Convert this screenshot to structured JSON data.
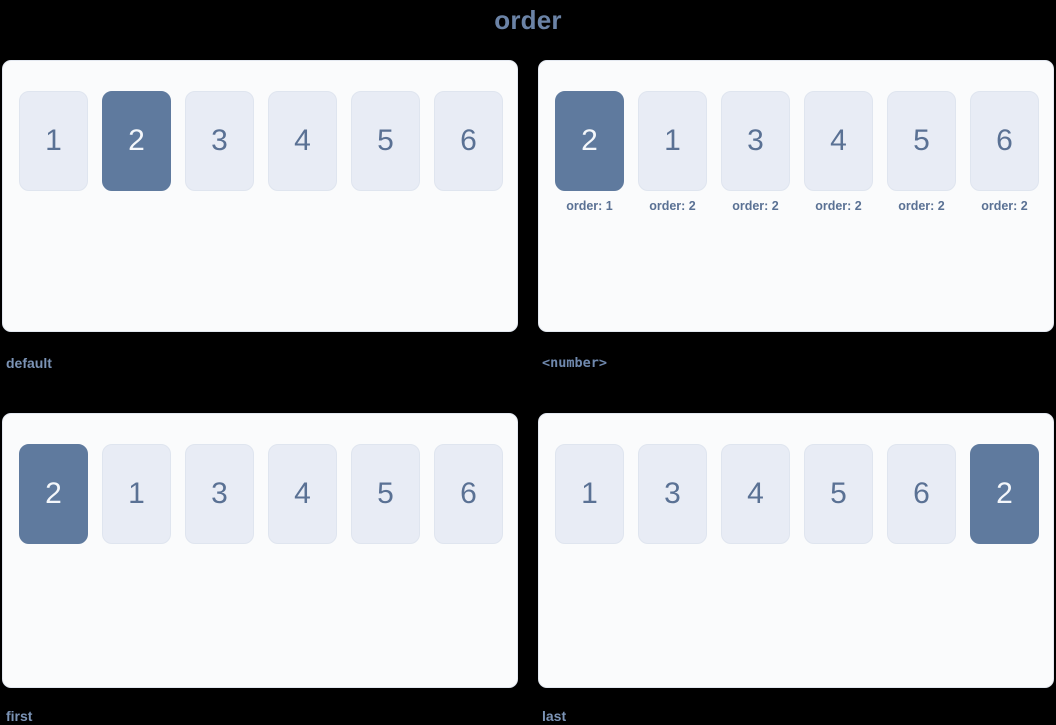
{
  "title": "order",
  "colors": {
    "background": "#000000",
    "panel_bg": "#fafbfc",
    "panel_border": "#e3e8f0",
    "box_bg": "#e8ecf5",
    "box_text": "#5a7194",
    "box_highlight_bg": "#5f7a9e",
    "box_highlight_text": "#f4f7fb",
    "title_text": "#6b83a6",
    "caption_text": "#7b93b5"
  },
  "panels": [
    {
      "caption": "default",
      "caption_style": "plain",
      "items": [
        {
          "label": "1",
          "highlight": false,
          "order_label": null
        },
        {
          "label": "2",
          "highlight": true,
          "order_label": null
        },
        {
          "label": "3",
          "highlight": false,
          "order_label": null
        },
        {
          "label": "4",
          "highlight": false,
          "order_label": null
        },
        {
          "label": "5",
          "highlight": false,
          "order_label": null
        },
        {
          "label": "6",
          "highlight": false,
          "order_label": null
        }
      ]
    },
    {
      "caption": "<number>",
      "caption_style": "mono",
      "items": [
        {
          "label": "2",
          "highlight": true,
          "order_label": "order: 1"
        },
        {
          "label": "1",
          "highlight": false,
          "order_label": "order: 2"
        },
        {
          "label": "3",
          "highlight": false,
          "order_label": "order: 2"
        },
        {
          "label": "4",
          "highlight": false,
          "order_label": "order: 2"
        },
        {
          "label": "5",
          "highlight": false,
          "order_label": "order: 2"
        },
        {
          "label": "6",
          "highlight": false,
          "order_label": "order: 2"
        }
      ]
    },
    {
      "caption": "first",
      "caption_style": "plain",
      "items": [
        {
          "label": "2",
          "highlight": true,
          "order_label": null
        },
        {
          "label": "1",
          "highlight": false,
          "order_label": null
        },
        {
          "label": "3",
          "highlight": false,
          "order_label": null
        },
        {
          "label": "4",
          "highlight": false,
          "order_label": null
        },
        {
          "label": "5",
          "highlight": false,
          "order_label": null
        },
        {
          "label": "6",
          "highlight": false,
          "order_label": null
        }
      ]
    },
    {
      "caption": "last",
      "caption_style": "plain",
      "items": [
        {
          "label": "1",
          "highlight": false,
          "order_label": null
        },
        {
          "label": "3",
          "highlight": false,
          "order_label": null
        },
        {
          "label": "4",
          "highlight": false,
          "order_label": null
        },
        {
          "label": "5",
          "highlight": false,
          "order_label": null
        },
        {
          "label": "6",
          "highlight": false,
          "order_label": null
        },
        {
          "label": "2",
          "highlight": true,
          "order_label": null
        }
      ]
    }
  ]
}
